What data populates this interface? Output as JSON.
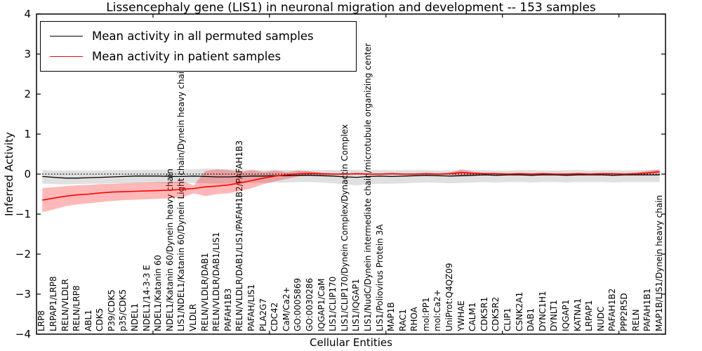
{
  "title": {
    "text": "Lissencephaly gene (LIS1) in neuronal migration and development -- 153 samples"
  },
  "axes": {
    "xlabel": "Cellular Entities",
    "ylabel": "Inferred Activity",
    "ytick_labels": [
      "4",
      "3",
      "2",
      "1",
      "0",
      "−1",
      "−2",
      "−3",
      "−4"
    ],
    "ytick_values": [
      4,
      3,
      2,
      1,
      0,
      -1,
      -2,
      -3,
      -4
    ],
    "xtick_values": [
      10,
      20,
      30,
      40,
      50
    ]
  },
  "legend": {
    "items": [
      {
        "label": "Mean activity in all permuted samples",
        "color": "#000000"
      },
      {
        "label": "Mean activity in patient samples",
        "color": "#ff0000"
      }
    ]
  },
  "chart_data": {
    "type": "line",
    "title": "Lissencephaly gene (LIS1) in neuronal migration and development -- 153 samples",
    "xlabel": "Cellular Entities",
    "ylabel": "Inferred Activity",
    "ylim": [
      -4,
      4
    ],
    "grid": false,
    "legend_position": "upper left",
    "zero_line": {
      "style": "dotted",
      "color": "#000000",
      "y": 0
    },
    "colors": {
      "permuted_line": "#000000",
      "permuted_band": "#000000",
      "patient_line": "#ff0000",
      "patient_band": "#ff0000"
    },
    "categories": [
      "LRP8",
      "LRPAP1/LRP8",
      "RELN/VLDLR",
      "RELN/LRP8",
      "ABL1",
      "CDK5",
      "P39/CDK5",
      "p35/CDK5",
      "NDEL1",
      "NDEL1/14-3-3 E",
      "NDEL1/Katanin 60",
      "NDEL1/Katanin 60/Dynein heavy chain",
      "LIS1/NDEL1/Katanin 60/Dynein Light chain/Dynein heavy chain",
      "VLDLR",
      "RELN/VLDLR/DAB1",
      "RELN/VLDLR/DAB1/LIS1",
      "PAFAH1B3",
      "RELN/VLDLR/DAB1/LIS1/PAFAH1B2/PAFAH1B3",
      "PAFAH/LIS1",
      "PLA2G7",
      "CDC42",
      "CaM/Ca2+",
      "GO:0005869",
      "GO:0030286",
      "IQGAP1/CaM",
      "LIS1/CLIP170",
      "LIS1/CLIP170/Dynein Complex/Dynactin Complex",
      "LIS1/IQGAP1",
      "LIS1/NudC/Dynein intermediate chain/microtubule organizing center",
      "LIS1/Poliovirus Protein 3A",
      "MAP1B",
      "RAC1",
      "RHOA",
      "mol:PP1",
      "mol:Ca2+",
      "UniProt:Q4QZ09",
      "YWHAE",
      "CALM1",
      "CDK5R1",
      "CDK5R2",
      "CLIP1",
      "CSNK2A1",
      "DAB1",
      "DYNC1H1",
      "DYNLT1",
      "IQGAP1",
      "KATNA1",
      "LRPAP1",
      "NUDC",
      "PAFAH1B2",
      "PPP2R5D",
      "RELN",
      "PAFAH1B1",
      "MAP1B/LIS1/Dynein heavy chain"
    ],
    "series": [
      {
        "name": "Mean activity in all permuted samples",
        "values": [
          -0.06,
          -0.08,
          -0.1,
          -0.1,
          -0.09,
          -0.08,
          -0.07,
          -0.06,
          -0.05,
          -0.05,
          -0.05,
          -0.06,
          -0.06,
          -0.05,
          -0.06,
          -0.07,
          -0.07,
          -0.06,
          -0.05,
          -0.05,
          -0.04,
          -0.04,
          -0.03,
          -0.03,
          -0.04,
          -0.05,
          -0.07,
          -0.08,
          -0.06,
          -0.05,
          -0.06,
          -0.05,
          -0.04,
          -0.03,
          -0.04,
          -0.05,
          -0.04,
          -0.03,
          -0.02,
          -0.03,
          -0.02,
          -0.02,
          -0.03,
          -0.02,
          -0.02,
          -0.03,
          -0.02,
          -0.02,
          -0.02,
          -0.03,
          -0.02,
          -0.02,
          -0.02,
          -0.02
        ],
        "band_upper": [
          0.1,
          0.09,
          0.09,
          0.09,
          0.09,
          0.09,
          0.1,
          0.1,
          0.1,
          0.1,
          0.11,
          0.12,
          0.12,
          0.12,
          0.14,
          0.13,
          0.12,
          0.12,
          0.11,
          0.1,
          0.1,
          0.1,
          0.1,
          0.1,
          0.1,
          0.1,
          0.1,
          0.1,
          0.1,
          0.1,
          0.1,
          0.1,
          0.1,
          0.1,
          0.09,
          0.09,
          0.1,
          0.1,
          0.1,
          0.09,
          0.09,
          0.1,
          0.1,
          0.09,
          0.09,
          0.1,
          0.1,
          0.09,
          0.1,
          0.1,
          0.09,
          0.1,
          0.1,
          0.1
        ],
        "band_lower": [
          -0.24,
          -0.25,
          -0.26,
          -0.25,
          -0.24,
          -0.24,
          -0.23,
          -0.23,
          -0.23,
          -0.22,
          -0.22,
          -0.23,
          -0.23,
          -0.22,
          -0.23,
          -0.24,
          -0.24,
          -0.23,
          -0.22,
          -0.22,
          -0.21,
          -0.21,
          -0.2,
          -0.2,
          -0.21,
          -0.23,
          -0.26,
          -0.28,
          -0.26,
          -0.24,
          -0.24,
          -0.23,
          -0.22,
          -0.21,
          -0.22,
          -0.23,
          -0.22,
          -0.21,
          -0.2,
          -0.21,
          -0.2,
          -0.2,
          -0.21,
          -0.2,
          -0.2,
          -0.21,
          -0.2,
          -0.2,
          -0.2,
          -0.21,
          -0.2,
          -0.2,
          -0.2,
          -0.2
        ]
      },
      {
        "name": "Mean activity in patient samples",
        "values": [
          -0.65,
          -0.6,
          -0.55,
          -0.52,
          -0.5,
          -0.47,
          -0.45,
          -0.44,
          -0.43,
          -0.42,
          -0.41,
          -0.4,
          -0.38,
          -0.36,
          -0.32,
          -0.3,
          -0.27,
          -0.22,
          -0.16,
          -0.1,
          -0.05,
          -0.02,
          0.01,
          0.02,
          0.01,
          0.0,
          0.0,
          0.01,
          0.0,
          0.0,
          0.01,
          0.0,
          0.0,
          0.01,
          0.0,
          0.01,
          0.04,
          0.02,
          0.01,
          0.01,
          0.0,
          0.01,
          0.0,
          0.01,
          0.0,
          0.0,
          0.01,
          0.0,
          0.01,
          0.01,
          0.0,
          0.01,
          0.03,
          0.06
        ],
        "band_upper": [
          -0.35,
          -0.33,
          -0.3,
          -0.28,
          -0.27,
          -0.25,
          -0.24,
          -0.23,
          -0.22,
          -0.21,
          -0.2,
          -0.2,
          -0.18,
          -0.28,
          0.08,
          0.12,
          0.1,
          0.05,
          0.1,
          0.05,
          0.09,
          0.05,
          0.09,
          0.07,
          0.03,
          0.02,
          0.02,
          0.03,
          0.02,
          0.02,
          0.03,
          0.02,
          0.02,
          0.03,
          0.02,
          0.04,
          0.12,
          0.06,
          0.03,
          0.03,
          0.02,
          0.03,
          0.02,
          0.03,
          0.02,
          0.02,
          0.03,
          0.02,
          0.03,
          0.03,
          0.02,
          0.04,
          0.08,
          0.12
        ],
        "band_lower": [
          -0.95,
          -0.88,
          -0.8,
          -0.76,
          -0.73,
          -0.7,
          -0.67,
          -0.65,
          -0.64,
          -0.63,
          -0.62,
          -0.6,
          -0.58,
          -0.48,
          -0.55,
          -0.5,
          -0.48,
          -0.42,
          -0.35,
          -0.25,
          -0.18,
          -0.12,
          -0.06,
          -0.04,
          -0.03,
          -0.02,
          -0.02,
          -0.01,
          -0.02,
          -0.02,
          -0.01,
          -0.02,
          -0.02,
          -0.01,
          -0.02,
          -0.02,
          -0.05,
          -0.02,
          -0.01,
          -0.01,
          -0.02,
          -0.01,
          -0.02,
          -0.01,
          -0.02,
          -0.02,
          -0.01,
          -0.02,
          -0.01,
          -0.01,
          -0.02,
          -0.01,
          0.0,
          0.01
        ]
      }
    ]
  }
}
